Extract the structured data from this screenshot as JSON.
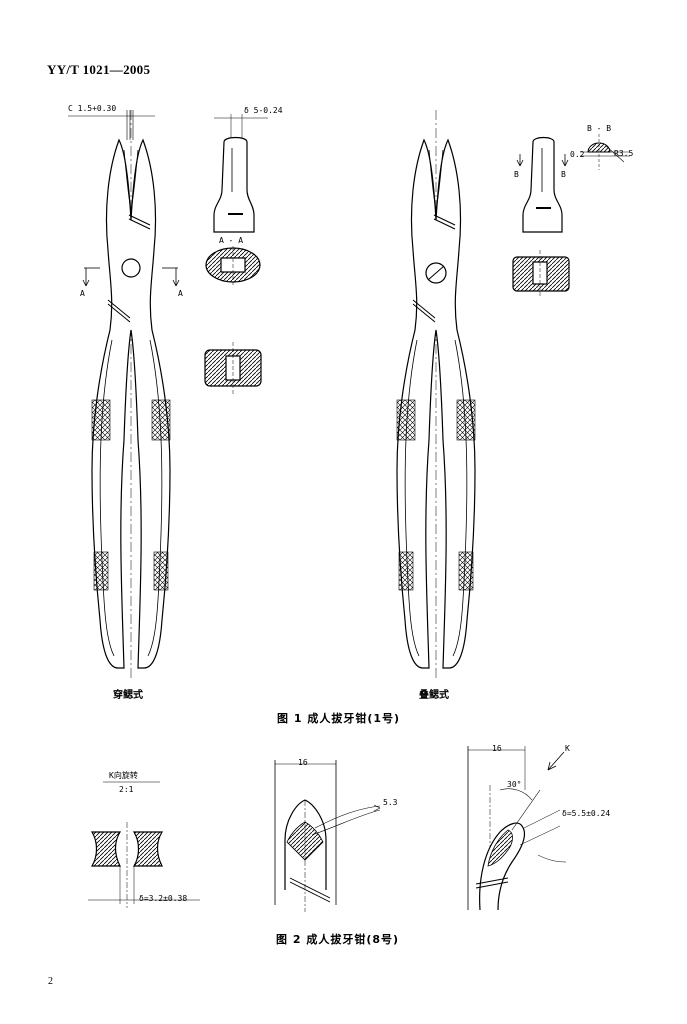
{
  "header": {
    "standard_code": "YY/T 1021—2005"
  },
  "figure1": {
    "caption": "图 1   成人拔牙钳(1号)",
    "left_label": "穿鳃式",
    "right_label": "叠鳃式",
    "dims": {
      "gap": "C 1.5+0.30",
      "thickness": "δ 5-0.24",
      "section_a": "A - A",
      "arrow_a": "A",
      "section_b": "B - B",
      "arrow_b": "B",
      "d02": "0.2",
      "r35": "R3.5"
    }
  },
  "figure2": {
    "caption": "图 2   成人拔牙钳(8号)",
    "k_title": "K向旋转",
    "k_scale": "2:1",
    "k_dim": "δ=3.2±0.38",
    "w16a": "16",
    "d53": "5.3",
    "w16b": "16",
    "k_arrow": "K",
    "angle": "30°",
    "delta": "δ=5.5±0.24"
  },
  "footer": {
    "page_number": "2"
  }
}
